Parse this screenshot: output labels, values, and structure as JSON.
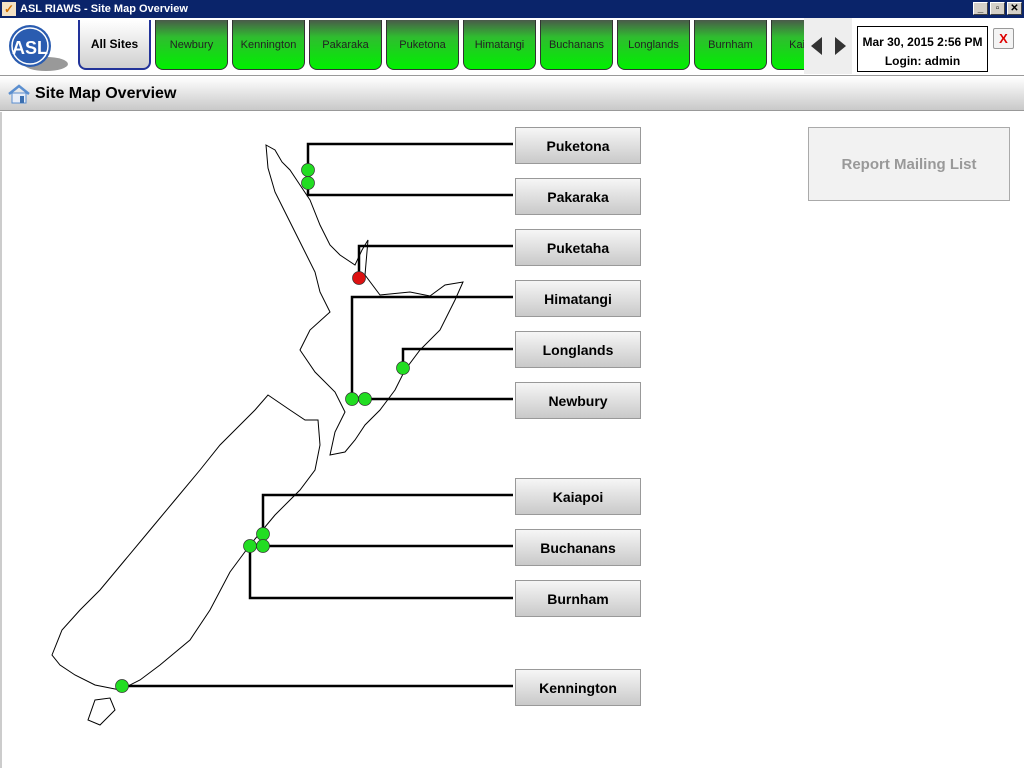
{
  "window": {
    "title": "ASL RIAWS - Site Map Overview",
    "minimize": "_",
    "restore": "▫",
    "close": "✕"
  },
  "logo": {
    "text": "ASL"
  },
  "tabs": [
    {
      "label": "All Sites"
    },
    {
      "label": "Newbury"
    },
    {
      "label": "Kennington"
    },
    {
      "label": "Pakaraka"
    },
    {
      "label": "Puketona"
    },
    {
      "label": "Himatangi"
    },
    {
      "label": "Buchanans"
    },
    {
      "label": "Longlands"
    },
    {
      "label": "Burnham"
    },
    {
      "label": "Kaiapoi"
    }
  ],
  "info": {
    "datetime": "Mar 30, 2015 2:56 PM",
    "login": "Login: admin",
    "close_label": "X"
  },
  "page": {
    "title": "Site Map Overview"
  },
  "report_button": "Report Mailing List",
  "colors": {
    "ok": "#22dd22",
    "alarm": "#dd1111"
  },
  "sites": [
    {
      "name": "Puketona",
      "status": "ok"
    },
    {
      "name": "Pakaraka",
      "status": "ok"
    },
    {
      "name": "Puketaha",
      "status": "alarm"
    },
    {
      "name": "Himatangi",
      "status": "ok"
    },
    {
      "name": "Longlands",
      "status": "ok"
    },
    {
      "name": "Newbury",
      "status": "ok"
    },
    {
      "name": "Kaiapoi",
      "status": "ok"
    },
    {
      "name": "Buchanans",
      "status": "ok"
    },
    {
      "name": "Burnham",
      "status": "ok"
    },
    {
      "name": "Kennington",
      "status": "ok"
    }
  ]
}
